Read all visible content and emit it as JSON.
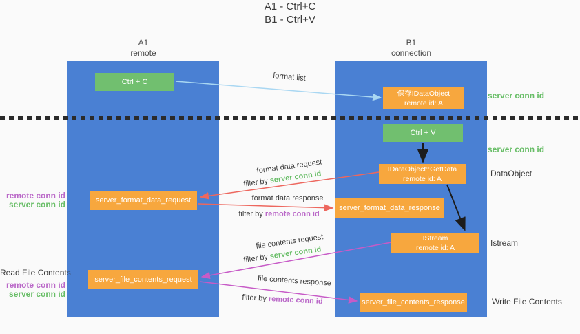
{
  "title": {
    "line1": "A1 - Ctrl+C",
    "line2": "B1 - Ctrl+V"
  },
  "columns": {
    "a1": {
      "name": "A1",
      "subtitle": "remote"
    },
    "b1": {
      "name": "B1",
      "subtitle": "connection"
    }
  },
  "boxes": {
    "ctrl_c": {
      "label": "Ctrl + C"
    },
    "save_dataobject": {
      "line1": "保存IDataObject",
      "line2": "remote id: A"
    },
    "ctrl_v": {
      "label": "Ctrl + V"
    },
    "getdata": {
      "line1": "IDataObject::GetData",
      "line2": "remote id: A"
    },
    "format_request": {
      "label": "server_format_data_request"
    },
    "format_response": {
      "label": "server_format_data_response"
    },
    "istream": {
      "line1": "IStream",
      "line2": "remote id: A"
    },
    "file_request": {
      "label": "server_file_contents_request"
    },
    "file_response": {
      "label": "server_file_contents_response"
    }
  },
  "side_labels": {
    "server_conn_top": "server conn id",
    "server_conn_mid": "server conn id",
    "dataobject": "DataObject",
    "istream": "Istream",
    "write_file_contents": "Write File Contents",
    "read_file_contents": "Read File Contents",
    "format_remote_conn": "remote conn id",
    "format_server_conn": "server conn id",
    "file_remote_conn": "remote conn id",
    "file_server_conn": "server conn id"
  },
  "arrow_labels": {
    "format_list": "format list",
    "format_data_request": "format data request",
    "filter_prefix_1": "filter by ",
    "filter_server_1": "server conn id",
    "format_data_response": "format data response",
    "filter_prefix_2": "filter by ",
    "filter_remote_2": "remote conn id",
    "file_contents_request": "file contents request",
    "filter_prefix_3": "filter by ",
    "filter_server_3": "server conn id",
    "file_contents_response": "file contents response",
    "filter_prefix_4": "filter by ",
    "filter_remote_4": "remote conn id"
  },
  "colors": {
    "column_blue": "#4a80d3",
    "box_green": "#71bf6f",
    "box_orange": "#f7a73e",
    "label_green": "#67bd66",
    "label_purple": "#ba68c8",
    "arrow_red": "#ed675e",
    "arrow_magenta": "#c75bc7",
    "arrow_lightblue": "#a9d7f2",
    "arrow_black": "#1c1c1c",
    "text_dark": "#3b3b3b",
    "background": "#fafafa"
  }
}
